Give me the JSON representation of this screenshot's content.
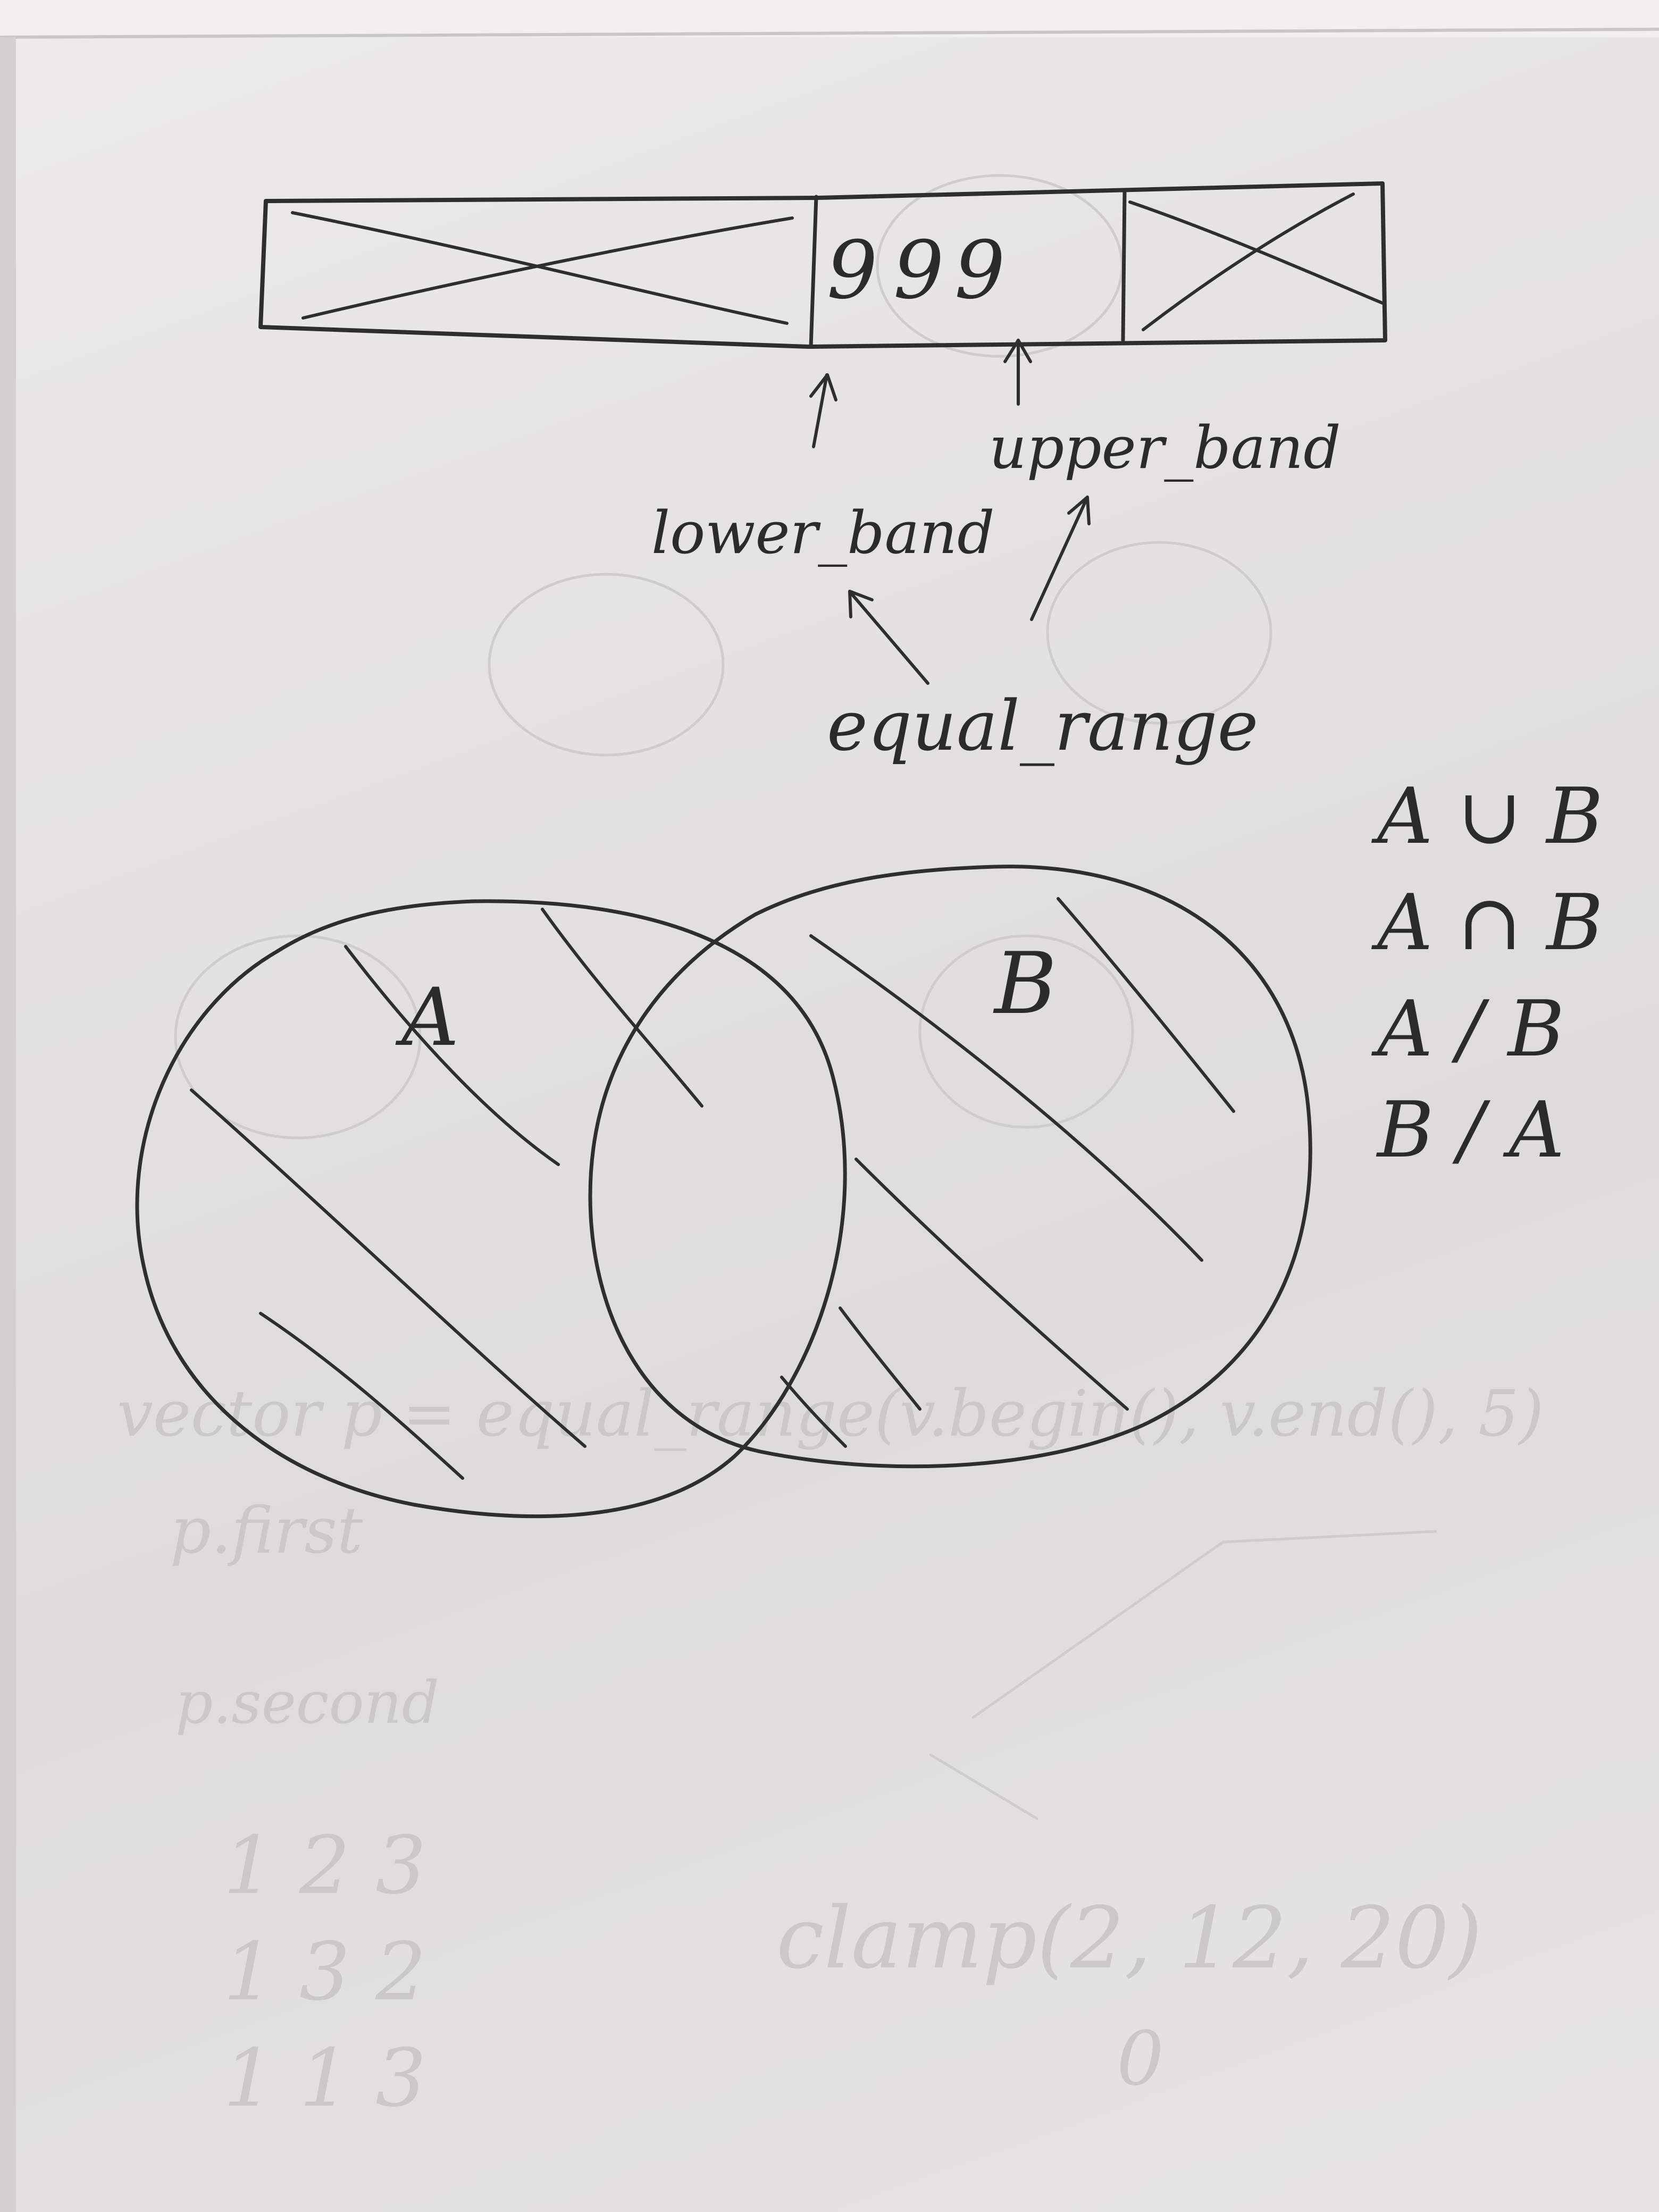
{
  "array": {
    "cells": [
      "9",
      "9",
      "9"
    ]
  },
  "labels": {
    "lower": "lower_band",
    "upper": "upper_band",
    "equal": "equal_range"
  },
  "venn": {
    "set_a": "A",
    "set_b": "B"
  },
  "operations": [
    "A ∪ B",
    "A ∩ B",
    "A / B",
    "B / A"
  ],
  "ghost_text": {
    "line1": "vector p = equal_range(v.begin(), v.end(), 5)",
    "line2": "p.first",
    "line3": "p.second",
    "clamp": "clamp(2, 12, 20)",
    "row1": "1   2   3",
    "row2": "1   3   2",
    "row3": "1   1   3",
    "zero": "0"
  },
  "colors": {
    "ink": "#2f2e2f",
    "paper": "#e4e3e1"
  }
}
